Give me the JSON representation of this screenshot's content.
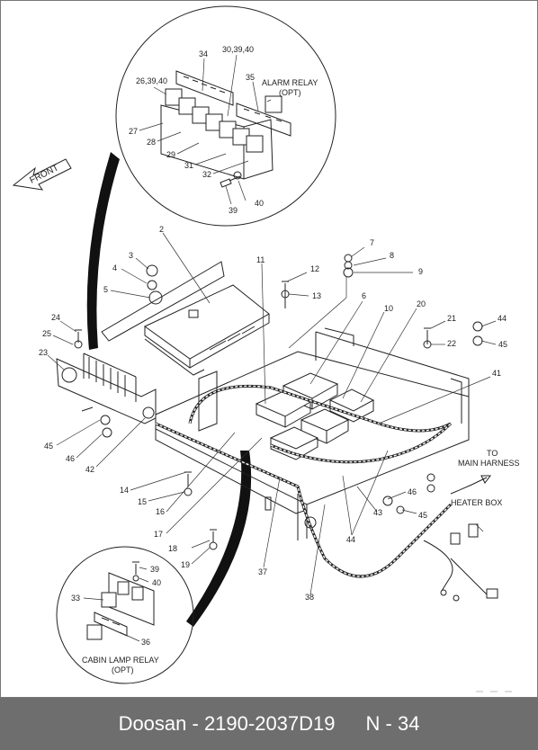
{
  "diagram": {
    "front_label": "FRONT",
    "detail_top": {
      "labels": {
        "l34": "34",
        "l30_39_40": "30,39,40",
        "l26_39_40": "26,39,40",
        "l35": "35",
        "alarm_relay": "ALARM RELAY",
        "alarm_opt": "(OPT)",
        "l27": "27",
        "l28": "28",
        "l29": "29",
        "l31": "31",
        "l32": "32",
        "l40": "40",
        "l39": "39"
      }
    },
    "detail_bottom": {
      "labels": {
        "l39": "39",
        "l40": "40",
        "l33": "33",
        "l36": "36",
        "cabin_relay": "CABIN LAMP RELAY",
        "cabin_opt": "(OPT)"
      }
    },
    "main_labels": {
      "l2": "2",
      "l3": "3",
      "l4": "4",
      "l5": "5",
      "l7": "7",
      "l8": "8",
      "l9": "9",
      "l11": "11",
      "l12": "12",
      "l13": "13",
      "l6": "6",
      "l10": "10",
      "l20": "20",
      "l21": "21",
      "l22": "22",
      "l44a": "44",
      "l45a": "45",
      "l24": "24",
      "l25": "25",
      "l23": "23",
      "l41": "41",
      "l45b": "45",
      "l46a": "46",
      "l42": "42",
      "l14": "14",
      "l15": "15",
      "l16": "16",
      "l17": "17",
      "l18": "18",
      "l19": "19",
      "l37": "37",
      "l38": "38",
      "l43": "43",
      "l44b": "44",
      "l46b": "46",
      "l45c": "45"
    },
    "to_main_harness": [
      "TO",
      "MAIN HARNESS"
    ],
    "heater_box": "HEATER BOX"
  },
  "footer": {
    "brand_part": "Doosan - 2190-2037D19",
    "page": "N - 34"
  }
}
